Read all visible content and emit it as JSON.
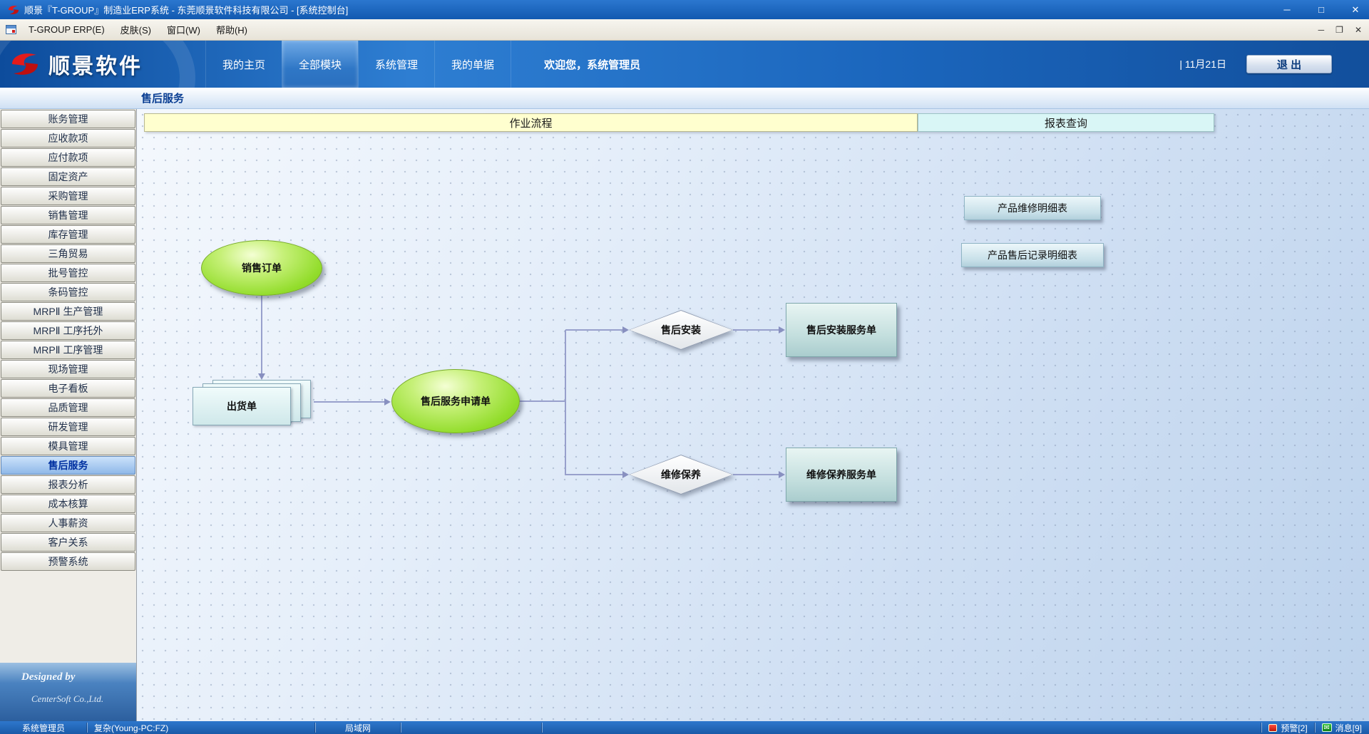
{
  "window": {
    "title": "顺景『T-GROUP』制造业ERP系统 - 东莞顺景软件科技有限公司 - [系统控制台]"
  },
  "icons": {
    "minimize": "─",
    "maximize": "□",
    "close": "✕",
    "mdi_minimize": "─",
    "mdi_restore": "❐",
    "mdi_close": "✕",
    "message_glyph": "✉"
  },
  "menubar": {
    "items": [
      {
        "label": "T-GROUP ERP(E)"
      },
      {
        "label": "皮肤(S)"
      },
      {
        "label": "窗口(W)"
      },
      {
        "label": "帮助(H)"
      }
    ]
  },
  "header": {
    "brand": "顺景软件",
    "tabs": [
      {
        "label": "我的主页"
      },
      {
        "label": "全部模块"
      },
      {
        "label": "系统管理"
      },
      {
        "label": "我的单据"
      }
    ],
    "welcome": "欢迎您，系统管理员",
    "date": "| 11月21日",
    "exit": "退 出"
  },
  "breadcrumb": {
    "title": "售后服务"
  },
  "sidebar": {
    "items": [
      {
        "label": "账务管理"
      },
      {
        "label": "应收款项"
      },
      {
        "label": "应付款项"
      },
      {
        "label": "固定资产"
      },
      {
        "label": "采购管理"
      },
      {
        "label": "销售管理"
      },
      {
        "label": "库存管理"
      },
      {
        "label": "三角贸易"
      },
      {
        "label": "批号管控"
      },
      {
        "label": "条码管控"
      },
      {
        "label": "MRPⅡ 生产管理"
      },
      {
        "label": "MRPⅡ 工序托外"
      },
      {
        "label": "MRPⅡ 工序管理"
      },
      {
        "label": "现场管理"
      },
      {
        "label": "电子看板"
      },
      {
        "label": "品质管理"
      },
      {
        "label": "研发管理"
      },
      {
        "label": "模具管理"
      },
      {
        "label": "售后服务",
        "selected": true
      },
      {
        "label": "报表分析"
      },
      {
        "label": "成本核算"
      },
      {
        "label": "人事薪资"
      },
      {
        "label": "客户关系"
      },
      {
        "label": "预警系统"
      }
    ],
    "footer1": "Designed by",
    "footer2": "CenterSoft Co.,Ltd."
  },
  "main": {
    "section_tabs": [
      {
        "label": "作业流程"
      },
      {
        "label": "报表查询"
      }
    ],
    "flow": {
      "sales_order": "销售订单",
      "shipment": "出货单",
      "service_request": "售后服务申请单",
      "decision_install": "售后安装",
      "decision_maintain": "维修保养",
      "install_order": "售后安装服务单",
      "maintain_order": "维修保养服务单"
    },
    "reports": [
      {
        "label": "产品维修明细表"
      },
      {
        "label": "产品售后记录明细表"
      }
    ]
  },
  "statusbar": {
    "user": "系统管理员",
    "host": "复杂(Young-PC:FZ)",
    "network": "局域网",
    "alerts": "预警[2]",
    "messages": "消息[9]"
  },
  "colors": {
    "titlebar_blue": "#1a5fb4",
    "banner_blue": "#1f6bc0",
    "workflow_yellow": "#ffffcf",
    "report_cyan": "#d9f6f6",
    "node_green": "#8fdc28",
    "node_teal": "#c4dfde",
    "selected_blue": "#0030a0"
  }
}
